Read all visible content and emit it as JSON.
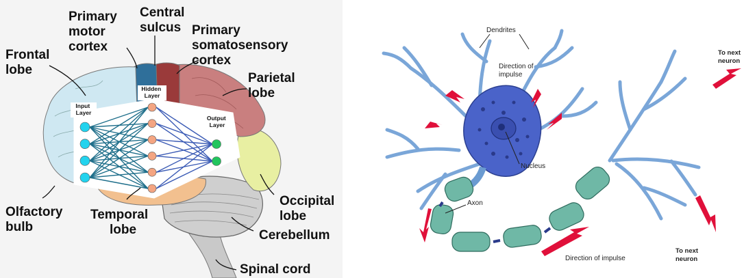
{
  "brain": {
    "labels": {
      "frontal_lobe": [
        "Frontal",
        "lobe"
      ],
      "primary_motor_cortex": [
        "Primary",
        "motor",
        "cortex"
      ],
      "central_sulcus": [
        "Central",
        "sulcus"
      ],
      "primary_somatosensory_cortex": [
        "Primary",
        "somatosensory",
        "cortex"
      ],
      "parietal_lobe": [
        "Parietal",
        "lobe"
      ],
      "occipital_lobe": [
        "Occipital",
        "lobe"
      ],
      "cerebellum": "Cerebellum",
      "spinal_cord": "Spinal cord",
      "temporal_lobe": [
        "Temporal",
        "lobe"
      ],
      "olfactory_bulb": [
        "Olfactory",
        "bulb"
      ]
    },
    "network": {
      "input_layer": [
        "Input",
        "Layer"
      ],
      "hidden_layer": [
        "Hidden",
        "Layer"
      ],
      "output_layer": [
        "Output",
        "Layer"
      ],
      "input_nodes": 4,
      "hidden_nodes": 6,
      "output_nodes": 2,
      "colors": {
        "input": "#22d3ee",
        "hidden": "#f4a582",
        "output": "#22c55e",
        "edge_a": "#1f6f8b",
        "edge_b": "#3b5bb5"
      }
    }
  },
  "neuron": {
    "labels": {
      "dendrites": "Dendrites",
      "direction_top": [
        "Direction of",
        "impulse"
      ],
      "nucleus": "Nucleus",
      "axon": "Axon",
      "direction_bottom": "Direction of impulse",
      "to_next_top": [
        "To next",
        "neuron"
      ],
      "to_next_bottom": [
        "To next",
        "neuron"
      ]
    },
    "colors": {
      "soma": "#4a63c9",
      "dendrite": "#6b9bd1",
      "myelin": "#6fb8a6",
      "arrow": "#e0103a"
    }
  }
}
